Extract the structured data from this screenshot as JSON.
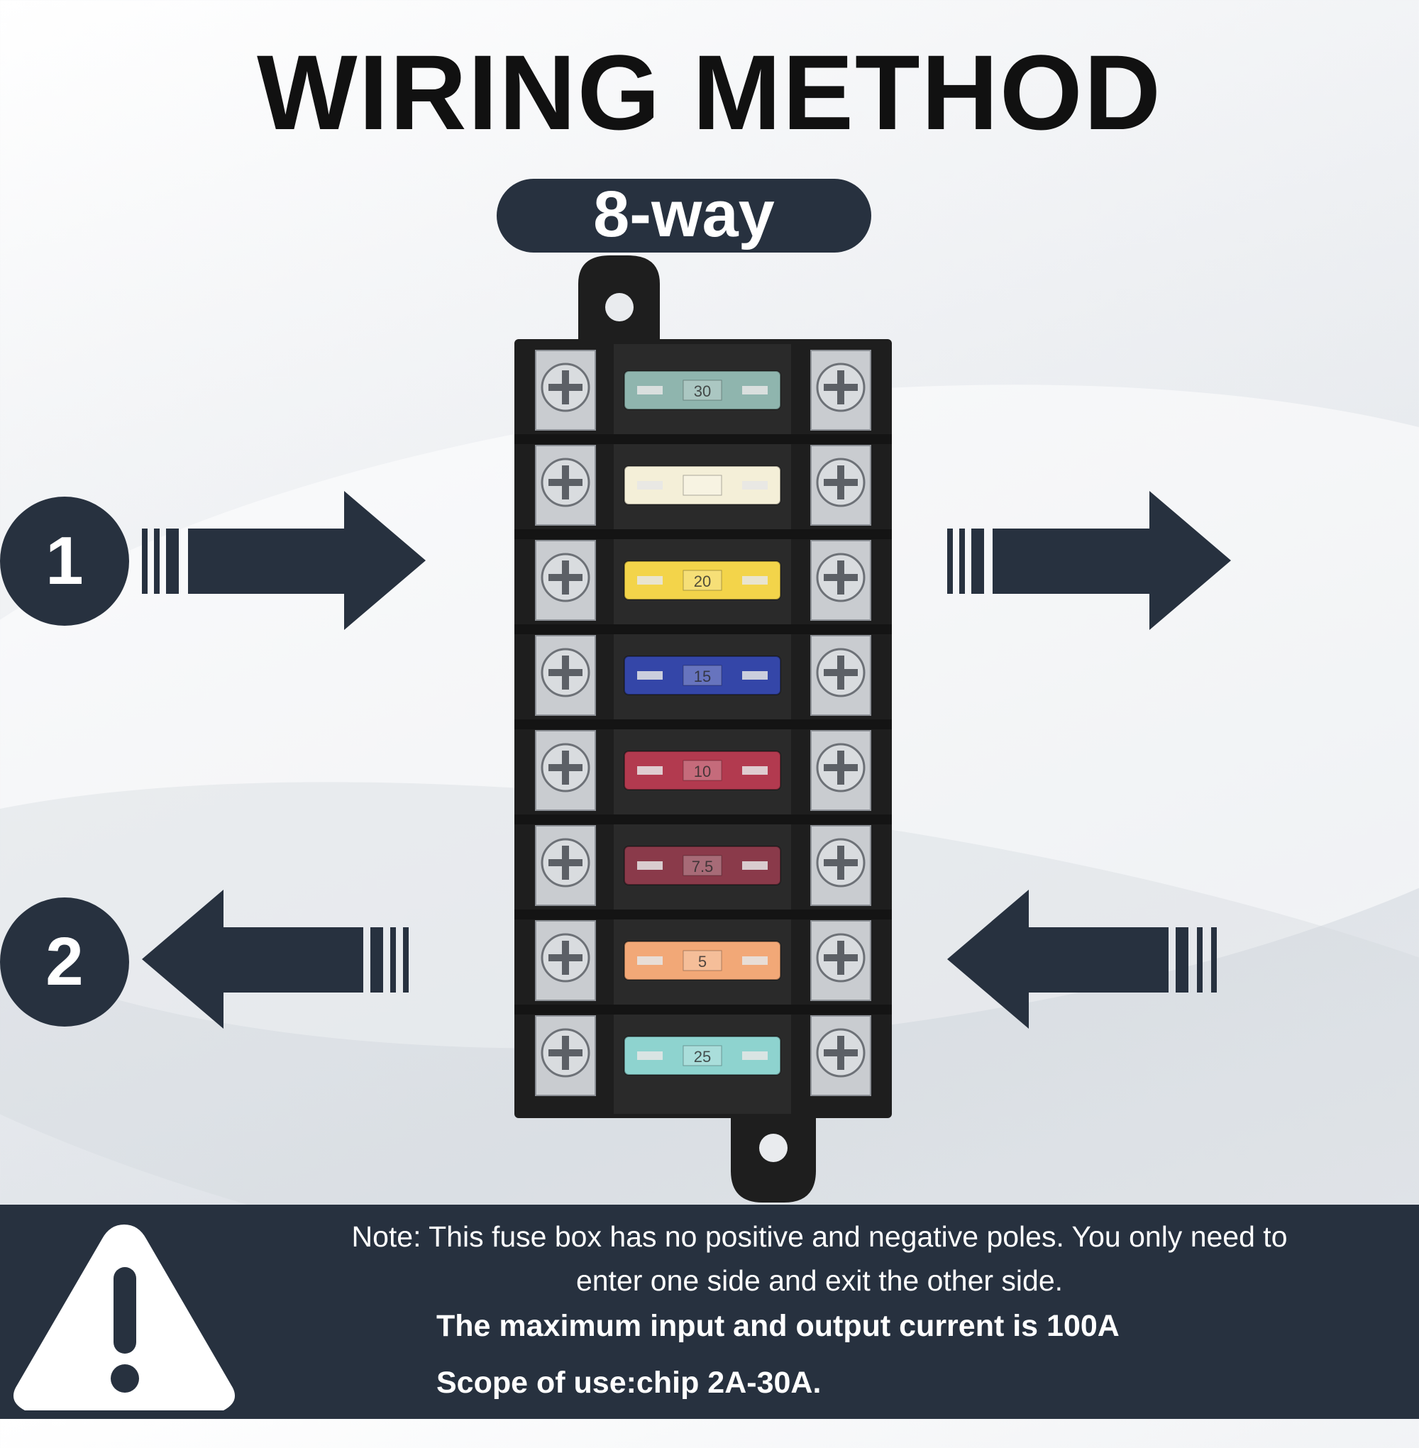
{
  "title": "WIRING METHOD",
  "badge": "8-way",
  "steps": [
    {
      "number": "1",
      "direction": "right"
    },
    {
      "number": "2",
      "direction": "left"
    }
  ],
  "fuses": [
    {
      "color": "#8fb5ae",
      "label": "30"
    },
    {
      "color": "#f4efd8",
      "label": ""
    },
    {
      "color": "#f3d44a",
      "label": "20"
    },
    {
      "color": "#3446a8",
      "label": "15"
    },
    {
      "color": "#b23a4f",
      "label": "10"
    },
    {
      "color": "#8a3a4a",
      "label": "7.5"
    },
    {
      "color": "#f2a877",
      "label": "5"
    },
    {
      "color": "#8ed3cf",
      "label": "25"
    }
  ],
  "colors": {
    "dark": "#27313f",
    "housing": "#1e1e1e",
    "terminal": "#c9ccd0"
  },
  "note": {
    "text": "Note: This fuse box has no positive and negative poles. You only need to enter one side and exit the other side.",
    "max_current": "The maximum input and output current is 100A",
    "scope": "Scope of use:chip 2A-30A."
  },
  "icons": {
    "warning": "warning-triangle-icon"
  }
}
